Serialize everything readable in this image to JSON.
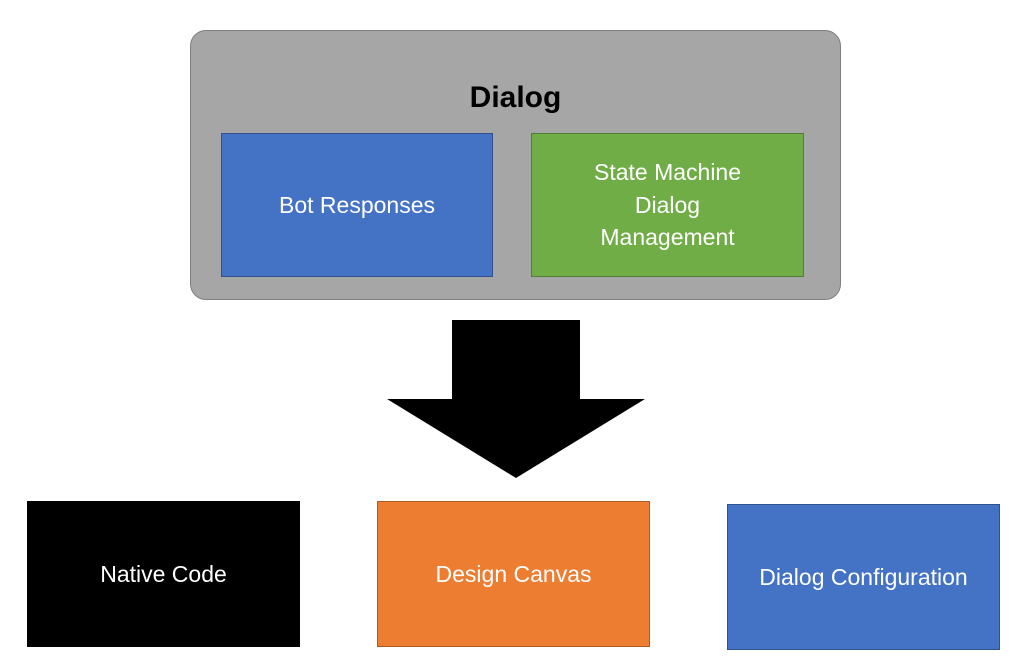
{
  "container": {
    "title": "Dialog",
    "fill": "#a6a6a6",
    "components": [
      {
        "label": "Bot Responses",
        "color": "#4472c4"
      },
      {
        "label": "State Machine Dialog Management",
        "color": "#70ad47"
      }
    ]
  },
  "arrow": {
    "direction": "down",
    "color": "#000000"
  },
  "outputs": [
    {
      "label": "Native Code",
      "color": "#000000"
    },
    {
      "label": "Design Canvas",
      "color": "#ed7d31"
    },
    {
      "label": "Dialog Configuration",
      "color": "#4472c4"
    }
  ]
}
